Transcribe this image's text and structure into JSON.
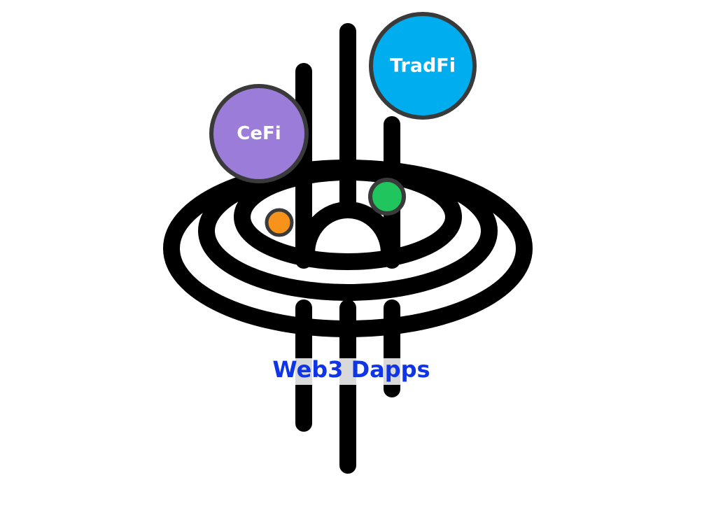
{
  "bubbles": {
    "cefi": {
      "label": "CeFi",
      "color": "#9b7cd8"
    },
    "tradfi": {
      "label": "TradFi",
      "color": "#00aeef"
    }
  },
  "dots": {
    "orange": {
      "color": "#f7931a"
    },
    "green": {
      "color": "#21c55d"
    }
  },
  "caption": {
    "text": "Web3 Dapps",
    "color": "#1035e6"
  },
  "colors": {
    "stroke": "#000000",
    "bubble_outline": "#3a3a3a",
    "background": "#ffffff"
  }
}
